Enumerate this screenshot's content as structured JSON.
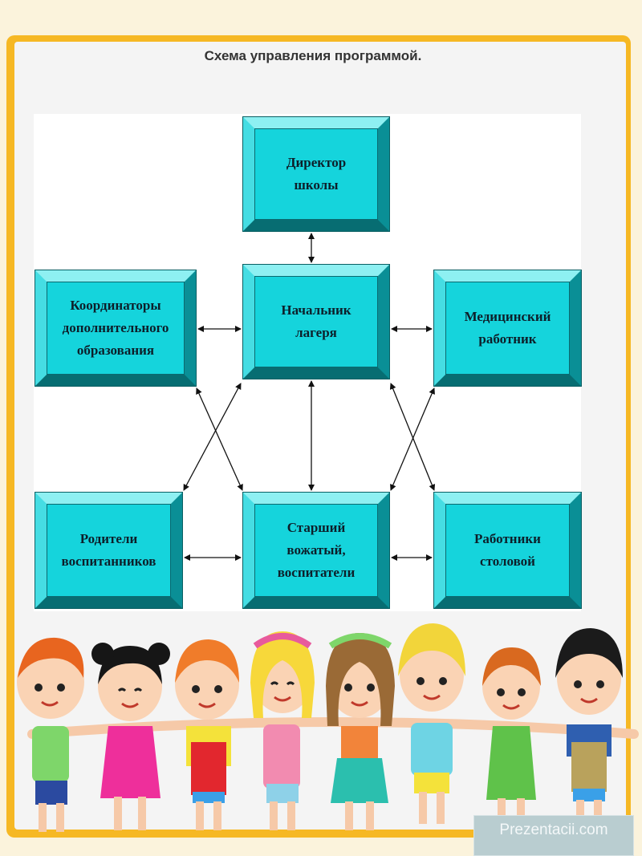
{
  "title": "Схема управления программой.",
  "boxes": {
    "director": "Директор\nшколы",
    "camp_head": "Начальник\nлагеря",
    "coordinators": "Координаторы\nдополнительного\nобразования",
    "medic": "Медицинский\nработник",
    "parents": "Родители\nвоспитанников",
    "counselor": "Старший\nвожатый,\nвоспитатели",
    "canteen": "Работники\nстоловой"
  },
  "watermark": "Prezentacii.com",
  "colors": {
    "frame": "#f6b824",
    "box_fill": "#15d4dc",
    "arrow": "#111111"
  },
  "illustration": "children-holding-hands"
}
